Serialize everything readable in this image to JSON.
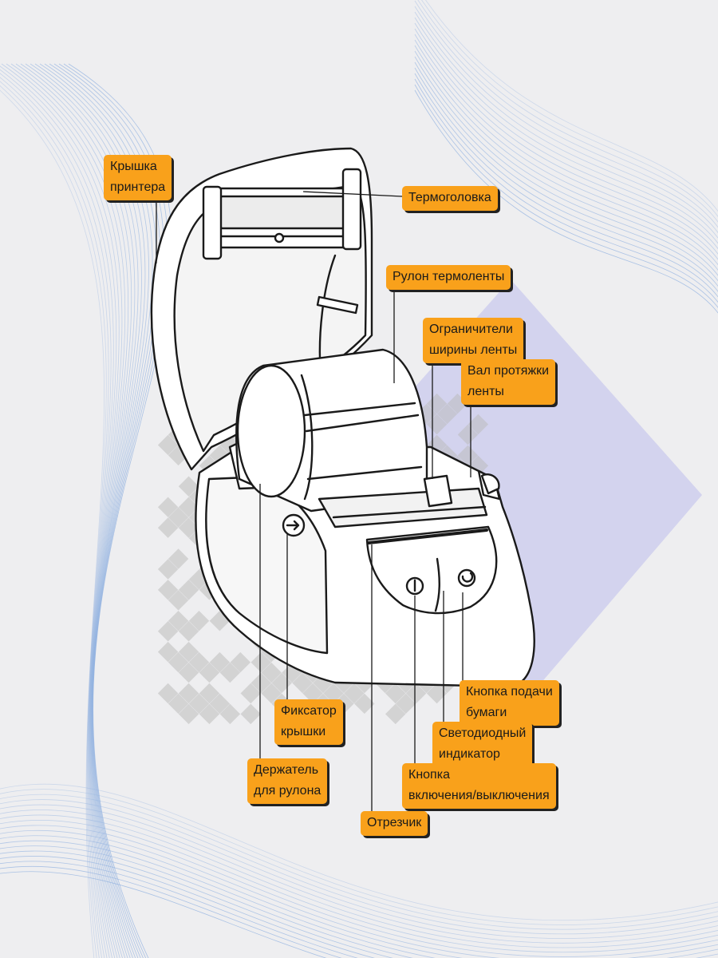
{
  "colors": {
    "background": "#eeeef0",
    "callout_fill": "#f9a11b",
    "callout_shadow": "#222222",
    "outline": "#1a1a1a",
    "watermark_diamond": "#c9c9ee",
    "watermark_pattern": "#bdbdbd",
    "wave_lines": "#8fb0e0"
  },
  "labels": {
    "cover": [
      "Крышка",
      "принтера"
    ],
    "thermal_head": [
      "Термоголовка"
    ],
    "label_roll": [
      "Рулон термоленты"
    ],
    "width_guides": [
      "Ограничители",
      "ширины ленты"
    ],
    "feed_roller": [
      "Вал протяжки",
      "ленты"
    ],
    "feed_button": [
      "Кнопка подачи",
      "бумаги"
    ],
    "cover_latch": [
      "Фиксатор",
      "крышки"
    ],
    "led_indicator": [
      "Светодиодный",
      "индикатор"
    ],
    "roll_holder": [
      "Держатель",
      "для рулона"
    ],
    "power_button": [
      "Кнопка",
      "включения/выключения"
    ],
    "cutter": [
      "Отрезчик"
    ]
  }
}
